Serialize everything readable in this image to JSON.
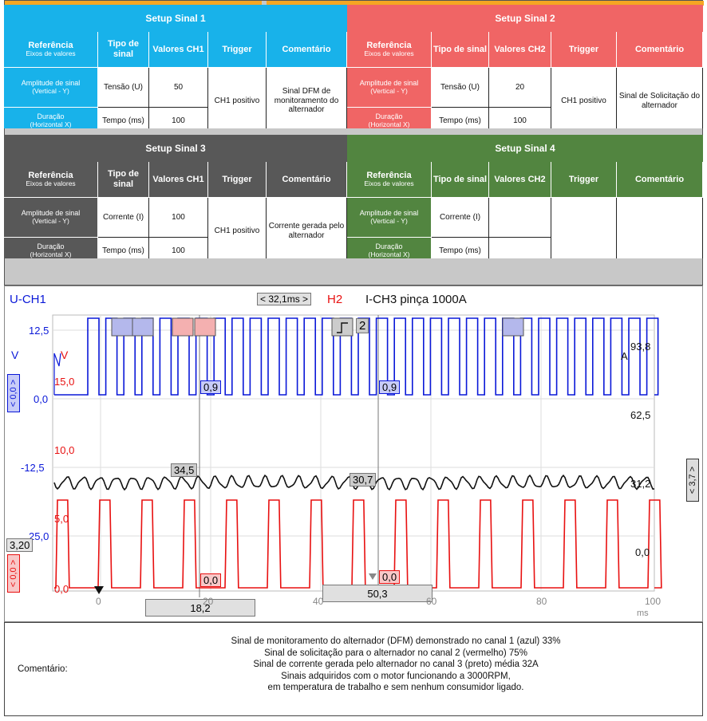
{
  "panels": [
    {
      "id": "s1",
      "title": "Setup Sinal 1",
      "headers": {
        "ref": "Referência",
        "ref_sub": "Eixos de valores",
        "tipo": "Tipo de sinal",
        "valores": "Valores CH1",
        "trigger": "Trigger",
        "comentario": "Comentário"
      },
      "rows": [
        {
          "label": "Amplitude de sinal",
          "label_sub": "(Vertical - Y)",
          "tipo": "Tensão (U)",
          "valor": "50"
        },
        {
          "label": "Duração",
          "label_sub": "(Horizontal X)",
          "tipo": "Tempo (ms)",
          "valor": "100"
        }
      ],
      "trigger": "CH1 positivo",
      "comentario": "Sinal DFM de monitoramento do alternador"
    },
    {
      "id": "s2",
      "title": "Setup Sinal 2",
      "headers": {
        "ref": "Referência",
        "ref_sub": "Eixos de valores",
        "tipo": "Tipo de sinal",
        "valores": "Valores CH2",
        "trigger": "Trigger",
        "comentario": "Comentário"
      },
      "rows": [
        {
          "label": "Amplitude de sinal",
          "label_sub": "(Vertical - Y)",
          "tipo": "Tensão (U)",
          "valor": "20"
        },
        {
          "label": "Duração",
          "label_sub": "(Horizontal X)",
          "tipo": "Tempo (ms)",
          "valor": "100"
        }
      ],
      "trigger": "CH1 positivo",
      "comentario": "Sinal de Solicitação do alternador"
    },
    {
      "id": "s3",
      "title": "Setup Sinal 3",
      "headers": {
        "ref": "Referência",
        "ref_sub": "Eixos de valores",
        "tipo": "Tipo de sinal",
        "valores": "Valores CH1",
        "trigger": "Trigger",
        "comentario": "Comentário"
      },
      "rows": [
        {
          "label": "Amplitude de sinal",
          "label_sub": "(Vertical - Y)",
          "tipo": "Corrente (I)",
          "valor": "100"
        },
        {
          "label": "Duração",
          "label_sub": "(Horizontal X)",
          "tipo": "Tempo (ms)",
          "valor": "100"
        }
      ],
      "trigger": "CH1 positivo",
      "comentario": "Corrente gerada pelo alternador"
    },
    {
      "id": "s4",
      "title": "Setup Sinal 4",
      "headers": {
        "ref": "Referência",
        "ref_sub": "Eixos de valores",
        "tipo": "Tipo de sinal",
        "valores": "Valores CH2",
        "trigger": "Trigger",
        "comentario": "Comentário"
      },
      "rows": [
        {
          "label": "Amplitude de sinal",
          "label_sub": "(Vertical - Y)",
          "tipo": "Corrente (I)",
          "valor": ""
        },
        {
          "label": "Duração",
          "label_sub": "(Horizontal X)",
          "tipo": "Tempo (ms)",
          "valor": ""
        }
      ],
      "trigger": "",
      "comentario": ""
    }
  ],
  "scope": {
    "ch1_name": "U-CH1",
    "ch2_name_partial": "H2",
    "ch3_name": "I-CH3 pinça 1000A",
    "cursor_delta": "< 32,1ms >",
    "ch1_unit": "V",
    "ch2_unit": "V",
    "ch3_unit": "A",
    "ch1_offset_box": "< 0,0 >",
    "ch2_offset_box": "< 0,0 >",
    "ch3_offset_box": "< 3,7 >",
    "ch1_levels": [
      "12,5",
      "0,0",
      "-12,5",
      "25,0"
    ],
    "ch2_levels": [
      "15,0",
      "10,0",
      "5,0",
      "0,0"
    ],
    "ch3_levels": [
      "93,8",
      "62,5",
      "31,2",
      "0,0"
    ],
    "cursor_box_left": "3,20",
    "cursor_a_time": "18,2",
    "cursor_b_time": "50,3",
    "cursor_a_ch3": "34,5",
    "cursor_b_ch3": "30,7",
    "cursor_a_ch1": "0,9",
    "cursor_b_ch1": "0,9",
    "cursor_a_ch2": "0,0",
    "cursor_b_ch2": "0,0",
    "trigger_box_label": "2",
    "x_ticks": [
      "0",
      "20",
      "40",
      "60",
      "80",
      "100"
    ],
    "x_unit": "ms",
    "colors": {
      "ch1": "#0a18d8",
      "ch2": "#e81010",
      "ch3": "#111111"
    }
  },
  "comment": {
    "label": "Comentário:",
    "lines": [
      "Sinal de monitoramento do alternador (DFM) demonstrado no canal 1 (azul) 33%",
      "Sinal de  solicitação para o alternador  no canal 2 (vermelho) 75%",
      "Sinal de corrente gerada pelo alternador no canal 3 (preto) média 32A",
      "Sinais adquiridos com o motor funcionando a 3000RPM,",
      "em temperatura de trabalho e sem nenhum consumidor ligado."
    ]
  }
}
